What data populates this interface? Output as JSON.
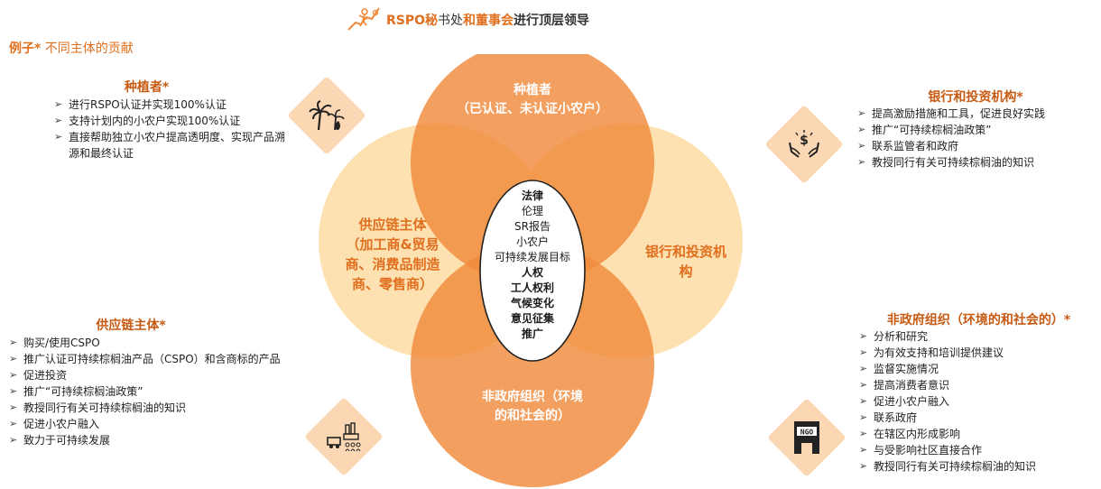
{
  "header": {
    "part1": "RSPO秘",
    "part2": "书处",
    "part3": "和董事会",
    "part4": "进行顶层领导"
  },
  "example": {
    "bold": "例子*",
    "text": " 不同主体的贡献"
  },
  "growers_section": {
    "title": "种植者*",
    "items": [
      "进行RSPO认证并实现100%认证",
      "支持计划内的小农户实现100%认证",
      "直接帮助独立小农户提高透明度、实现产品溯源和最终认证"
    ]
  },
  "banks_section": {
    "title": "银行和投资机构*",
    "items": [
      "提高激励措施和工具，促进良好实践",
      "推广“可持续棕榈油政策”",
      "联系监管者和政府",
      "教授同行有关可持续棕榈油的知识"
    ]
  },
  "supply_section": {
    "title": "供应链主体*",
    "items": [
      "购买/使用CSPO",
      "推广认证可持续棕榈油产品（CSPO）和含商标的产品",
      "促进投资",
      "推广“可持续棕榈油政策”",
      "教授同行有关可持续棕榈油的知识",
      "促进小农户融入",
      "致力于可持续发展"
    ]
  },
  "ngo_section": {
    "title": "非政府组织（环境的和社会的）*",
    "items": [
      "分析和研究",
      "为有效支持和培训提供建议",
      "监督实施情况",
      "提高消费者意识",
      "促进小农户融入",
      "联系政府",
      "在辖区内形成影响",
      "与受影响社区直接合作",
      "教授同行有关可持续棕榈油的知识"
    ]
  },
  "venn": {
    "top_line1": "种植者",
    "top_line2": "（已认证、未认证小农户）",
    "left_line1": "供应链主体",
    "left_line2": "（加工商&贸易",
    "left_line3": "商、消费品制造",
    "left_line4": "商、零售商）",
    "right_line1": "银行和投资机",
    "right_line2": "构",
    "bottom_line1": "非政府组织（环境",
    "bottom_line2": "的和社会的）",
    "center": [
      "法律",
      "伦理",
      "SR报告",
      "小农户",
      "可持续发展目标",
      "人权",
      "工人权利",
      "气候变化",
      "意见征集",
      "推广"
    ]
  },
  "icons": {
    "ngo_sign": "NGO"
  },
  "colors": {
    "top": "#f08a3c",
    "bottom": "#f08a3c",
    "left": "#fcd89a",
    "right": "#fcd89a",
    "accent": "#e06f1f",
    "diamond": "#fbd7b3"
  }
}
